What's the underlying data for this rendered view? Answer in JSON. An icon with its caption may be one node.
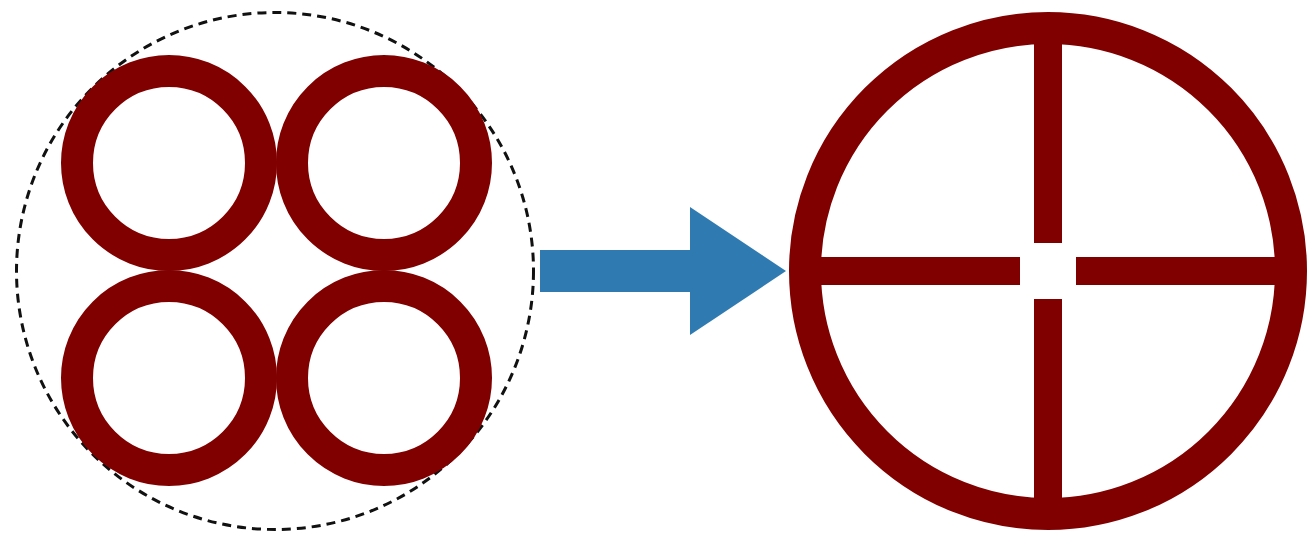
{
  "diagram": {
    "nodes": [
      {
        "text": [],
        "shape": "circle"
      },
      {
        "text": [],
        "shape": "circle",
        "in": 0
      },
      {
        "text": [],
        "shape": "circle",
        "in": 0
      },
      {
        "text": [],
        "shape": "circle",
        "in": 0
      },
      {
        "text": [],
        "shape": "circle",
        "in": 0
      },
      {
        "text": [],
        "shape": "circle"
      }
    ],
    "edges": [
      {
        "from": 0,
        "to": 5,
        "arrow": "to",
        "color": "#2f7bb1"
      }
    ]
  }
}
